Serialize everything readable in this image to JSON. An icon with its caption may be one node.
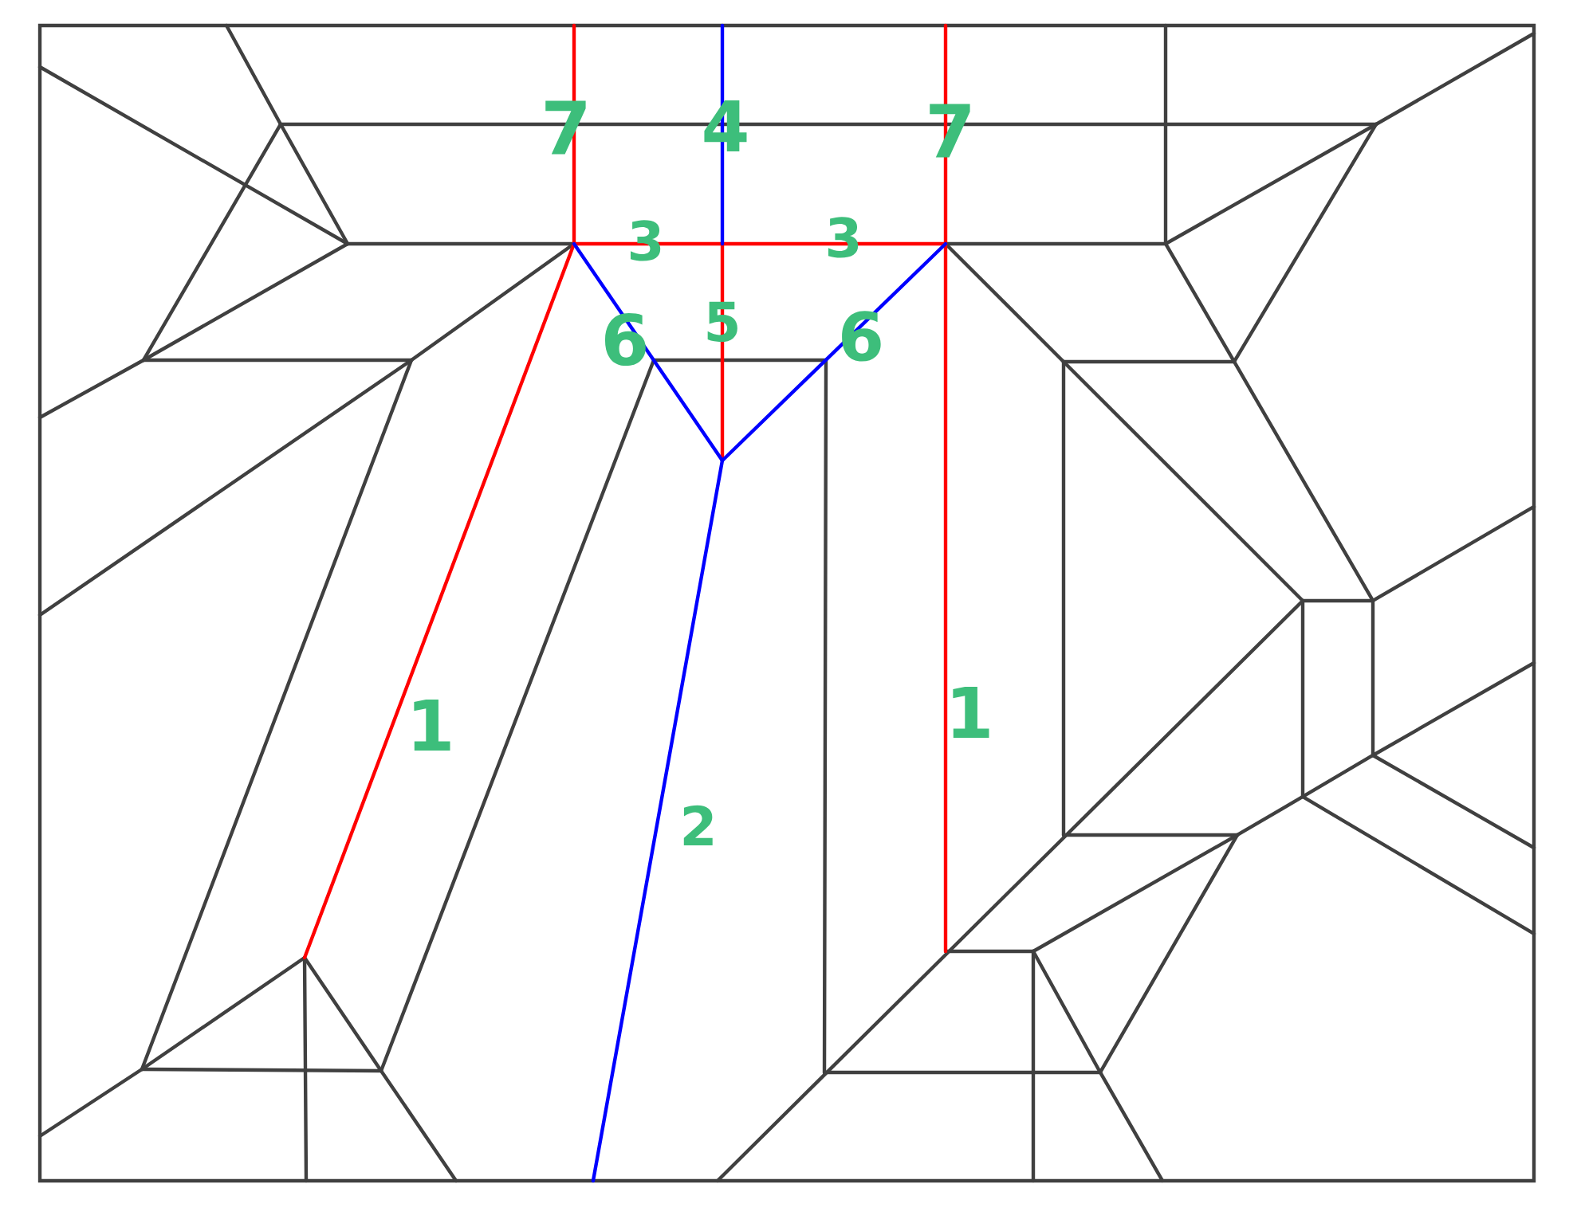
{
  "diagram": {
    "labels": [
      "7",
      "4",
      "7",
      "3",
      "3",
      "6",
      "5",
      "6",
      "1",
      "1",
      "2"
    ]
  }
}
